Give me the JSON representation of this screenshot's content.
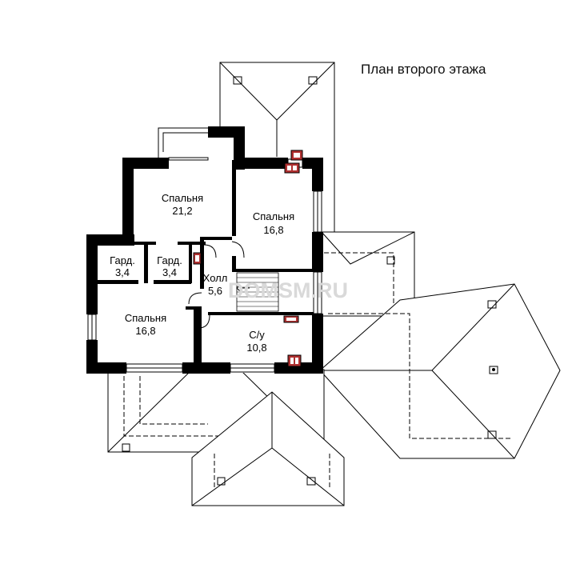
{
  "title": "План второго этажа",
  "watermark": "DOMSM.RU",
  "rooms": [
    {
      "id": "bedroom-1",
      "name": "Спальня",
      "area": "21,2"
    },
    {
      "id": "bedroom-2",
      "name": "Спальня",
      "area": "16,8"
    },
    {
      "id": "wardrobe-1",
      "name": "Гард.",
      "area": "3,4"
    },
    {
      "id": "wardrobe-2",
      "name": "Гард.",
      "area": "3,4"
    },
    {
      "id": "hall",
      "name": "Холл",
      "area": "5,6"
    },
    {
      "id": "bedroom-3",
      "name": "Спальня",
      "area": "16,8"
    },
    {
      "id": "bathroom",
      "name": "С/у",
      "area": "10,8"
    }
  ],
  "colors": {
    "wall": "#000000",
    "chimney": "#b03030",
    "background": "#ffffff"
  }
}
